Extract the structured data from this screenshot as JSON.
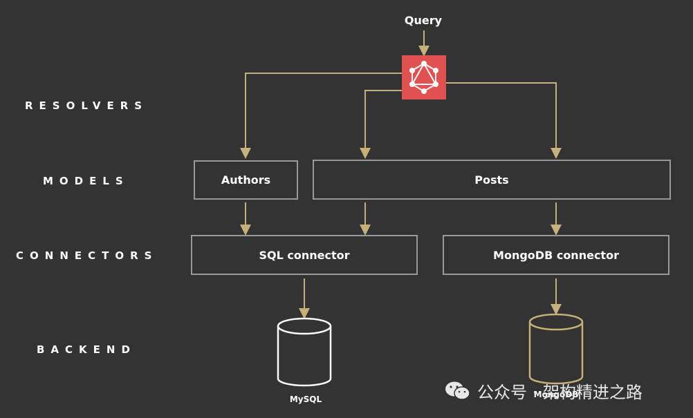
{
  "query_label": "Query",
  "rows": {
    "resolvers": "RESOLVERS",
    "models": "MODELS",
    "connectors": "CONNECTORS",
    "backend": "BACKEND"
  },
  "models": {
    "authors": "Authors",
    "posts": "Posts"
  },
  "connectors": {
    "sql": "SQL connector",
    "mongo": "MongoDB connector"
  },
  "backends": {
    "mysql": "MySQL",
    "mongodb": "MongoDB"
  },
  "watermark": "公众号 · 架构精进之路",
  "colors": {
    "background": "#333333",
    "arrow": "#c8b07a",
    "box_border": "#9a9a9a",
    "graphql_bg": "#e05252",
    "mysql_db": "#ffffff",
    "mongodb_db": "#c8b07a"
  },
  "icons": {
    "graphql": "graphql-logo-icon",
    "mysql": "database-cylinder-icon",
    "mongodb": "database-cylinder-icon",
    "watermark": "wechat-icon"
  }
}
